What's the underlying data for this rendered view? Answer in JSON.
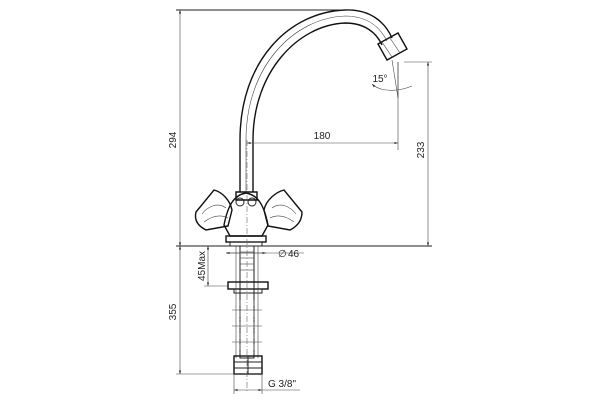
{
  "dimensions": {
    "total_height": "294",
    "below_counter": "355",
    "spout_reach": "180",
    "spout_height": "233",
    "spout_angle": "15°",
    "base_diameter": "46",
    "max_counter_thickness": "45Max",
    "thread": "G 3/8\""
  }
}
